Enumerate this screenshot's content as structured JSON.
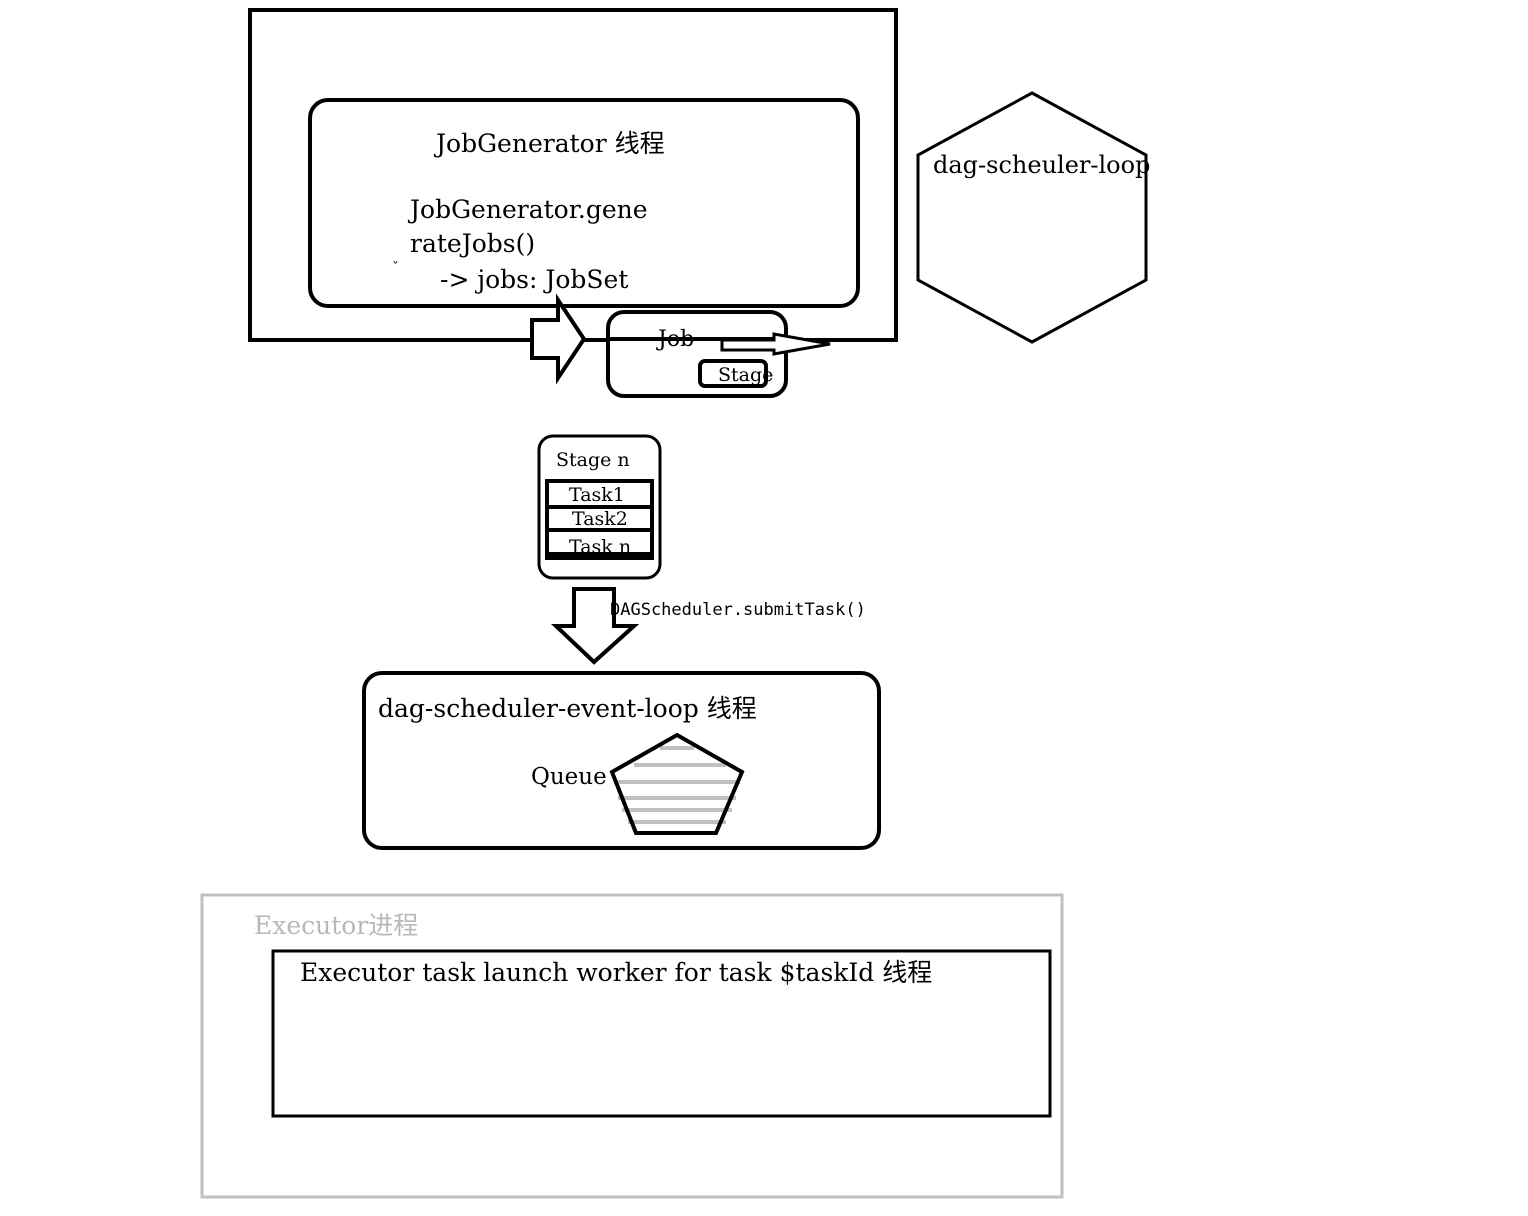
{
  "job_generator": {
    "title": "JobGenerator 线程",
    "call_line1": "JobGenerator.gene",
    "call_line2": "rateJobs()",
    "result_line": "-> jobs: JobSet",
    "tick_mark": "ˇ"
  },
  "dag_scheduler_loop": {
    "label": "dag-scheuler-loop"
  },
  "job": {
    "label": "Job",
    "stage_label": "Stage"
  },
  "stage_n": {
    "title": "Stage n",
    "tasks": [
      "Task1",
      "Task2",
      "Task n"
    ]
  },
  "submit_call": {
    "label": "DAGScheduler.submitTask()"
  },
  "event_loop": {
    "title": "dag-scheduler-event-loop 线程",
    "queue_label": "Queue"
  },
  "executor": {
    "process_label": "Executor进程",
    "worker_label": "Executor task launch worker for task $taskId 线程"
  },
  "colors": {
    "stroke": "#000000",
    "executor_frame": "#c0c0c0",
    "queue_stripes": "#c0c0c0"
  }
}
